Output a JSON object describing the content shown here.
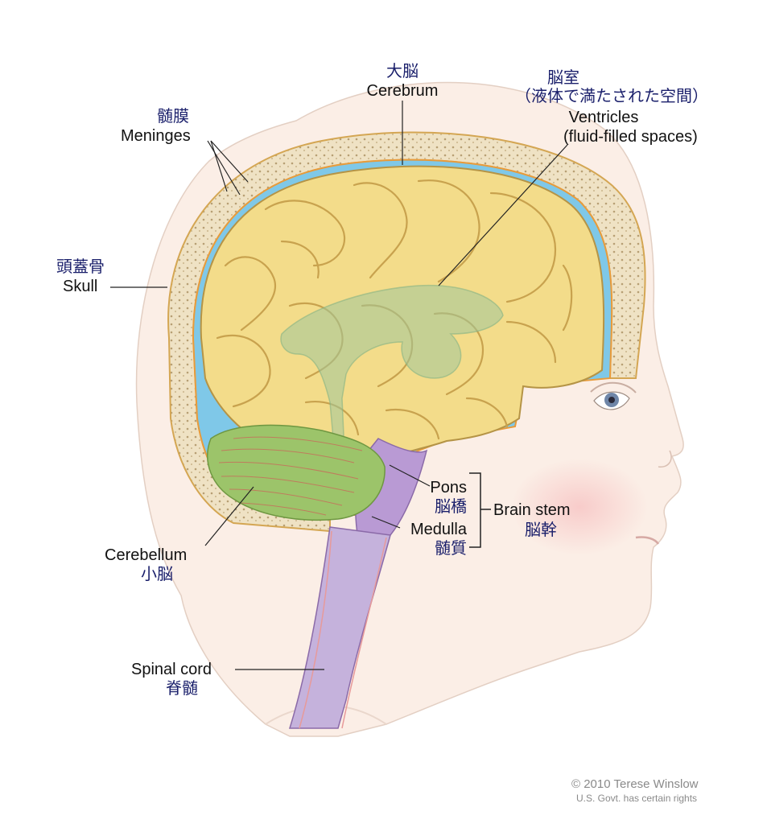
{
  "labels": {
    "cerebrum": {
      "ja": "大脳",
      "en": "Cerebrum"
    },
    "ventricles": {
      "ja": "脳室",
      "ja_sub": "（液体で満たされた空間）",
      "en": "Ventricles",
      "en_sub": "(fluid-filled spaces)"
    },
    "meninges": {
      "ja": "髄膜",
      "en": "Meninges"
    },
    "skull": {
      "ja": "頭蓋骨",
      "en": "Skull"
    },
    "pons": {
      "en": "Pons",
      "ja": "脳橋"
    },
    "medulla": {
      "en": "Medulla",
      "ja": "髄質"
    },
    "brain_stem": {
      "en": "Brain stem",
      "ja": "脳幹"
    },
    "cerebellum": {
      "en": "Cerebellum",
      "ja": "小脳"
    },
    "spinal_cord": {
      "en": "Spinal cord",
      "ja": "脊髄"
    }
  },
  "credit": {
    "line1": "© 2010 Terese Winslow",
    "line2": "U.S. Govt. has certain rights"
  },
  "colors": {
    "cerebrum": "#f3dc8a",
    "cerebellum": "#9cc46a",
    "brain_stem": "#b99ad4",
    "csf": "#7fc8e8",
    "skull": "#efe2c4",
    "skin": "#fbeee6",
    "label_ja": "#1a1f6b"
  }
}
